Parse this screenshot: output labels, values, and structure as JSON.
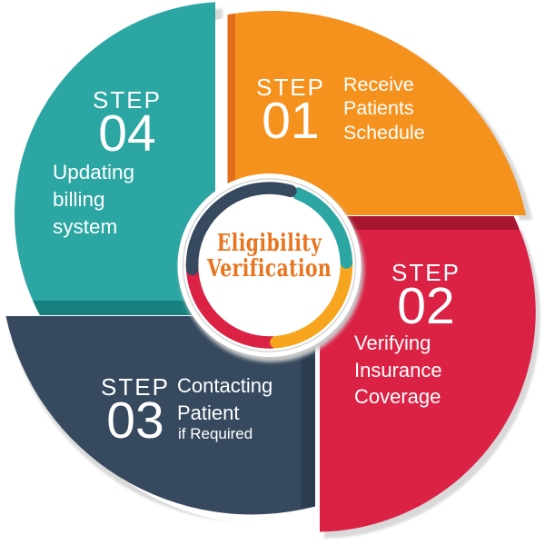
{
  "center": {
    "title_line1": "Eligibility",
    "title_line2": "Verification",
    "title_color": "#E8741E"
  },
  "ring": {
    "teal": "#2BA6A2",
    "orange": "#F7A51E",
    "red": "#DB2144",
    "navy": "#36495E",
    "dark_cap": "#8E1730"
  },
  "shadow_color": "#D9D9D9",
  "steps": [
    {
      "label": "STEP",
      "number": "01",
      "position": "top-right",
      "color": "#F5921E",
      "edge_color": "#E06E1B",
      "description_lines": [
        "Receive",
        "Patients",
        "Schedule"
      ]
    },
    {
      "label": "STEP",
      "number": "02",
      "position": "bottom-right",
      "color": "#DB2144",
      "edge_color": "#A6172F",
      "description_lines": [
        "Verifying",
        "Insurance",
        "Coverage"
      ]
    },
    {
      "label": "STEP",
      "number": "03",
      "position": "bottom-left",
      "color": "#36495E",
      "edge_color": "#2C3D52",
      "description_lines": [
        "Contacting",
        "Patient"
      ],
      "note": "if Required"
    },
    {
      "label": "STEP",
      "number": "04",
      "position": "top-left",
      "color": "#2BA6A2",
      "edge_color": "#17827D",
      "description_lines": [
        "Updating",
        "billing",
        "system"
      ]
    }
  ]
}
